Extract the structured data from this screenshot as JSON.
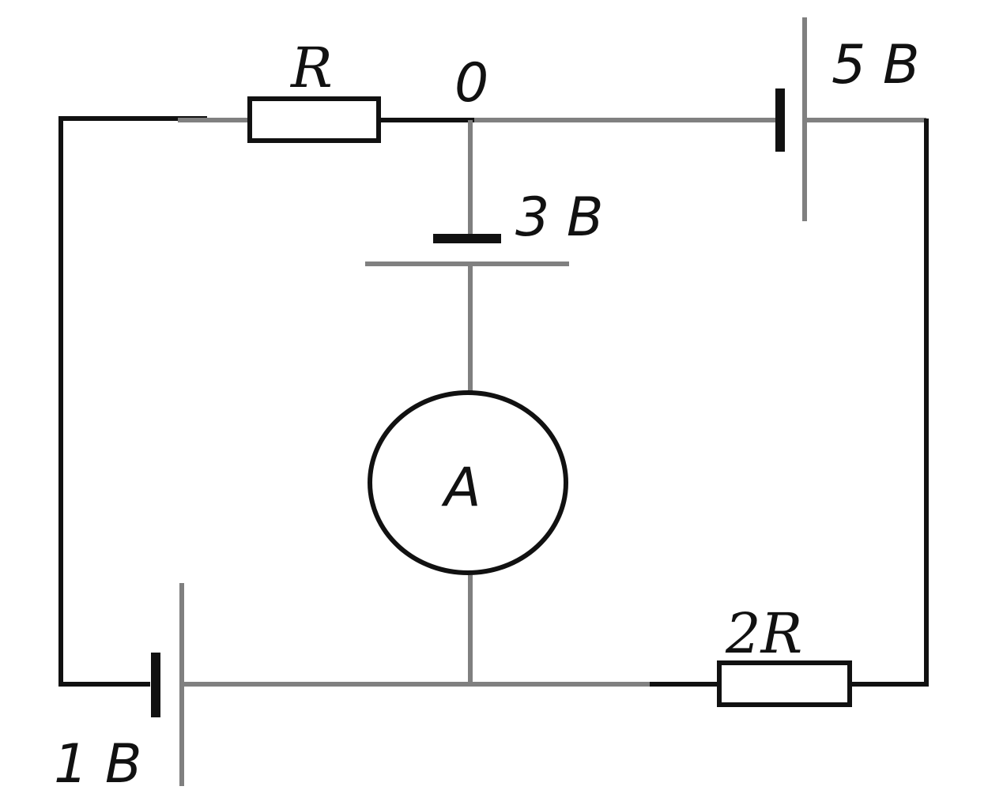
{
  "labels": {
    "resistor_top": "R",
    "node": "0",
    "battery_top_right": "5 B",
    "battery_middle": "3 B",
    "ammeter": "A",
    "resistor_bottom": "2R",
    "battery_bottom_left": "1 B"
  },
  "colors": {
    "wire_dark": "#111111",
    "wire_gray": "#808080",
    "background": "#ffffff"
  }
}
